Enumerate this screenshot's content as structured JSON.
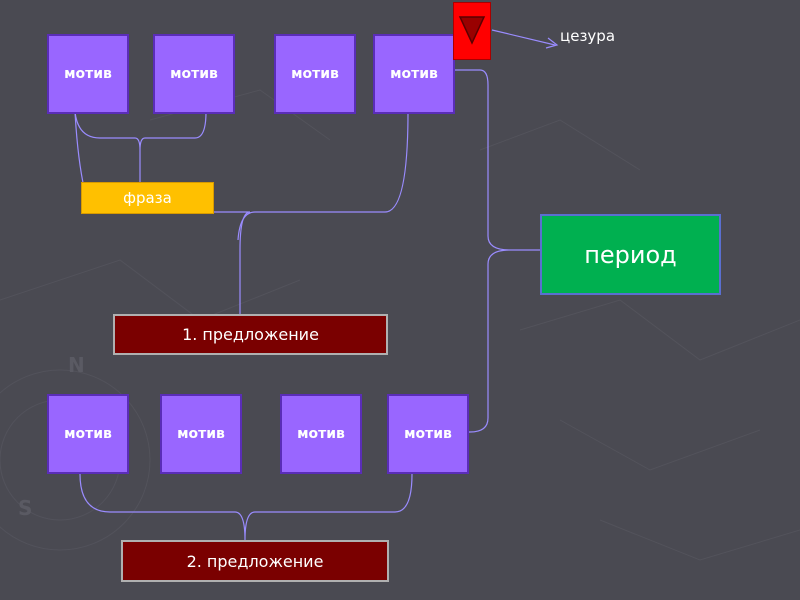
{
  "motifs_top": [
    "мотив",
    "мотив",
    "мотив",
    "мотив"
  ],
  "motifs_bottom": [
    "мотив",
    "мотив",
    "мотив",
    "мотив"
  ],
  "phrase": "фраза",
  "sentence1": "1. предложение",
  "sentence2": "2. предложение",
  "period": "период",
  "caesura": "цезура",
  "colors": {
    "background": "#4a4a52",
    "motif": "#9966ff",
    "phrase": "#ffc000",
    "sentence": "#7a0000",
    "period": "#00b050",
    "caesura": "#ff0000",
    "connector": "#9a8cff"
  }
}
